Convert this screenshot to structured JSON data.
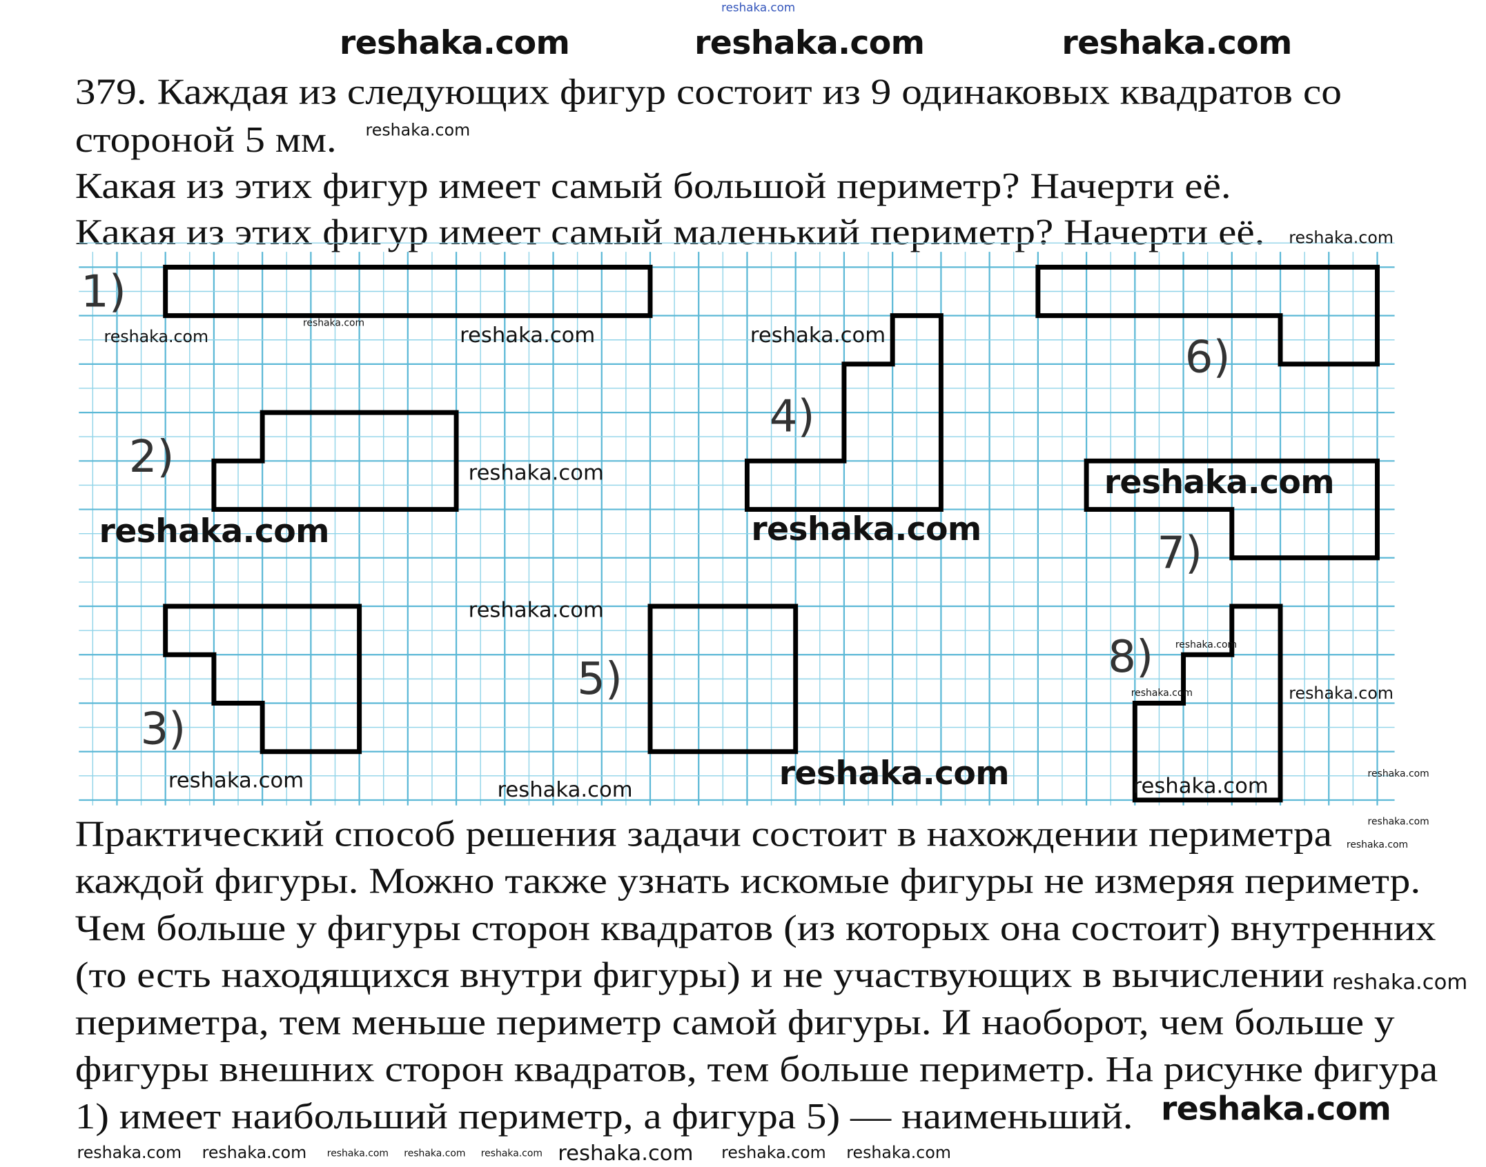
{
  "problem": {
    "lines": [
      "379. Каждая из следующих фигур состоит из 9 одинаковых квадратов со",
      "стороной 5 мм.",
      "Какая из этих фигур имеет самый большой периметр? Начерти её.",
      "Какая из этих фигур имеет самый маленький периметр? Начерти её."
    ]
  },
  "figures": {
    "labels": [
      "1)",
      "2)",
      "3)",
      "4)",
      "5)",
      "6)",
      "7)",
      "8)"
    ]
  },
  "solution": {
    "lines": [
      "Практический способ решения задачи состоит в нахождении периметра",
      "каждой фигуры. Можно также узнать искомые фигуры не измеряя периметр.",
      "Чем больше у фигуры сторон квадратов (из которых она состоит) внутренних",
      "(то есть находящихся внутри фигуры) и не участвующих в вычислении",
      "периметра, тем меньше периметр самой фигуры. И наоборот, чем больше у",
      "фигуры внешних сторон квадратов, тем больше периметр. На рисунке фигура",
      "1) имеет наибольший периметр, а фигура 5) — наименьший."
    ]
  },
  "watermark": "reshaka.com",
  "colors": {
    "grid": "#8fd3e8",
    "grid_dark": "#5bb8d6",
    "outline": "#000000"
  }
}
